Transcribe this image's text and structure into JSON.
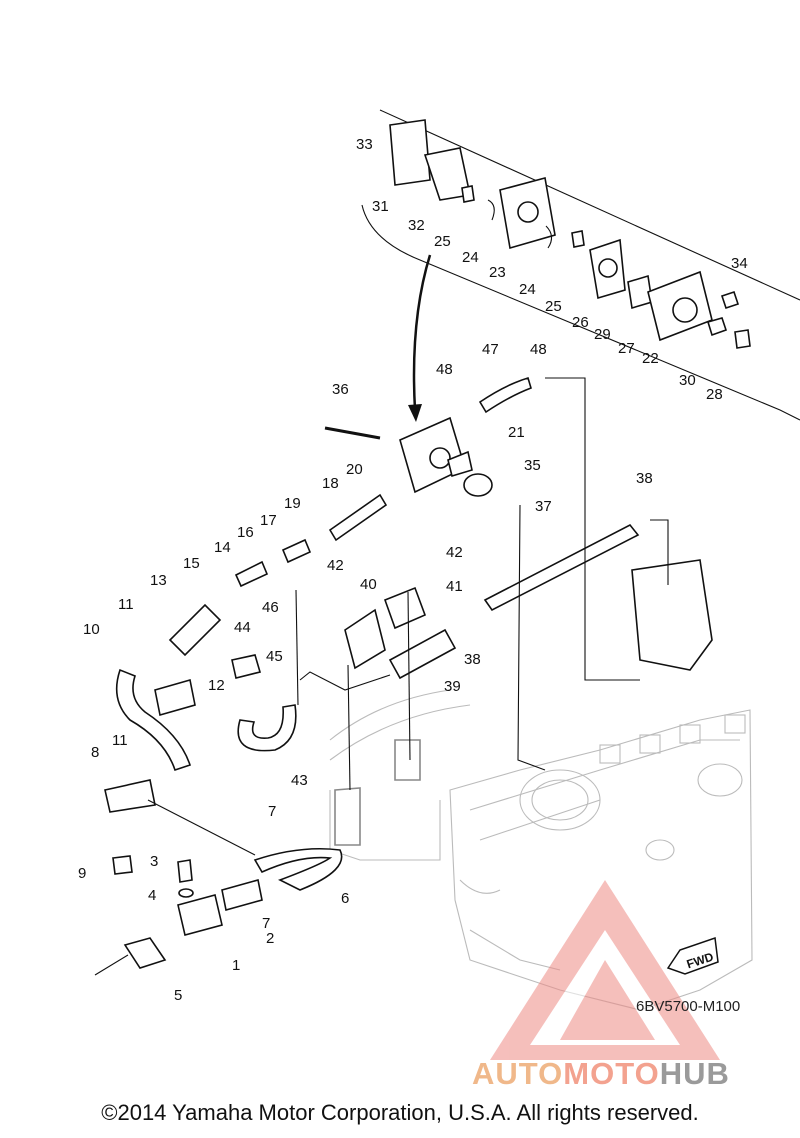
{
  "diagram": {
    "callouts": [
      "1",
      "2",
      "3",
      "4",
      "5",
      "6",
      "7",
      "8",
      "9",
      "10",
      "11",
      "12",
      "13",
      "14",
      "15",
      "16",
      "17",
      "18",
      "19",
      "20",
      "21",
      "22",
      "23",
      "24",
      "25",
      "26",
      "27",
      "28",
      "29",
      "30",
      "31",
      "32",
      "33",
      "34",
      "35",
      "36",
      "37",
      "38",
      "39",
      "40",
      "41",
      "42",
      "43",
      "44",
      "45",
      "46",
      "47",
      "48"
    ],
    "fwd_label": "FWD",
    "drawing_code": "6BV5700-M100"
  },
  "watermark": {
    "part1": "AUTO",
    "part2": "MOTO",
    "part3": "HUB",
    "color_auto": "#f0b88a",
    "color_moto": "#f3a28f",
    "color_hub": "#9a9a9a",
    "logo_color": "#ee8b85"
  },
  "footer": {
    "copyright": "©2014 Yamaha Motor Corporation, U.S.A. All rights reserved."
  }
}
